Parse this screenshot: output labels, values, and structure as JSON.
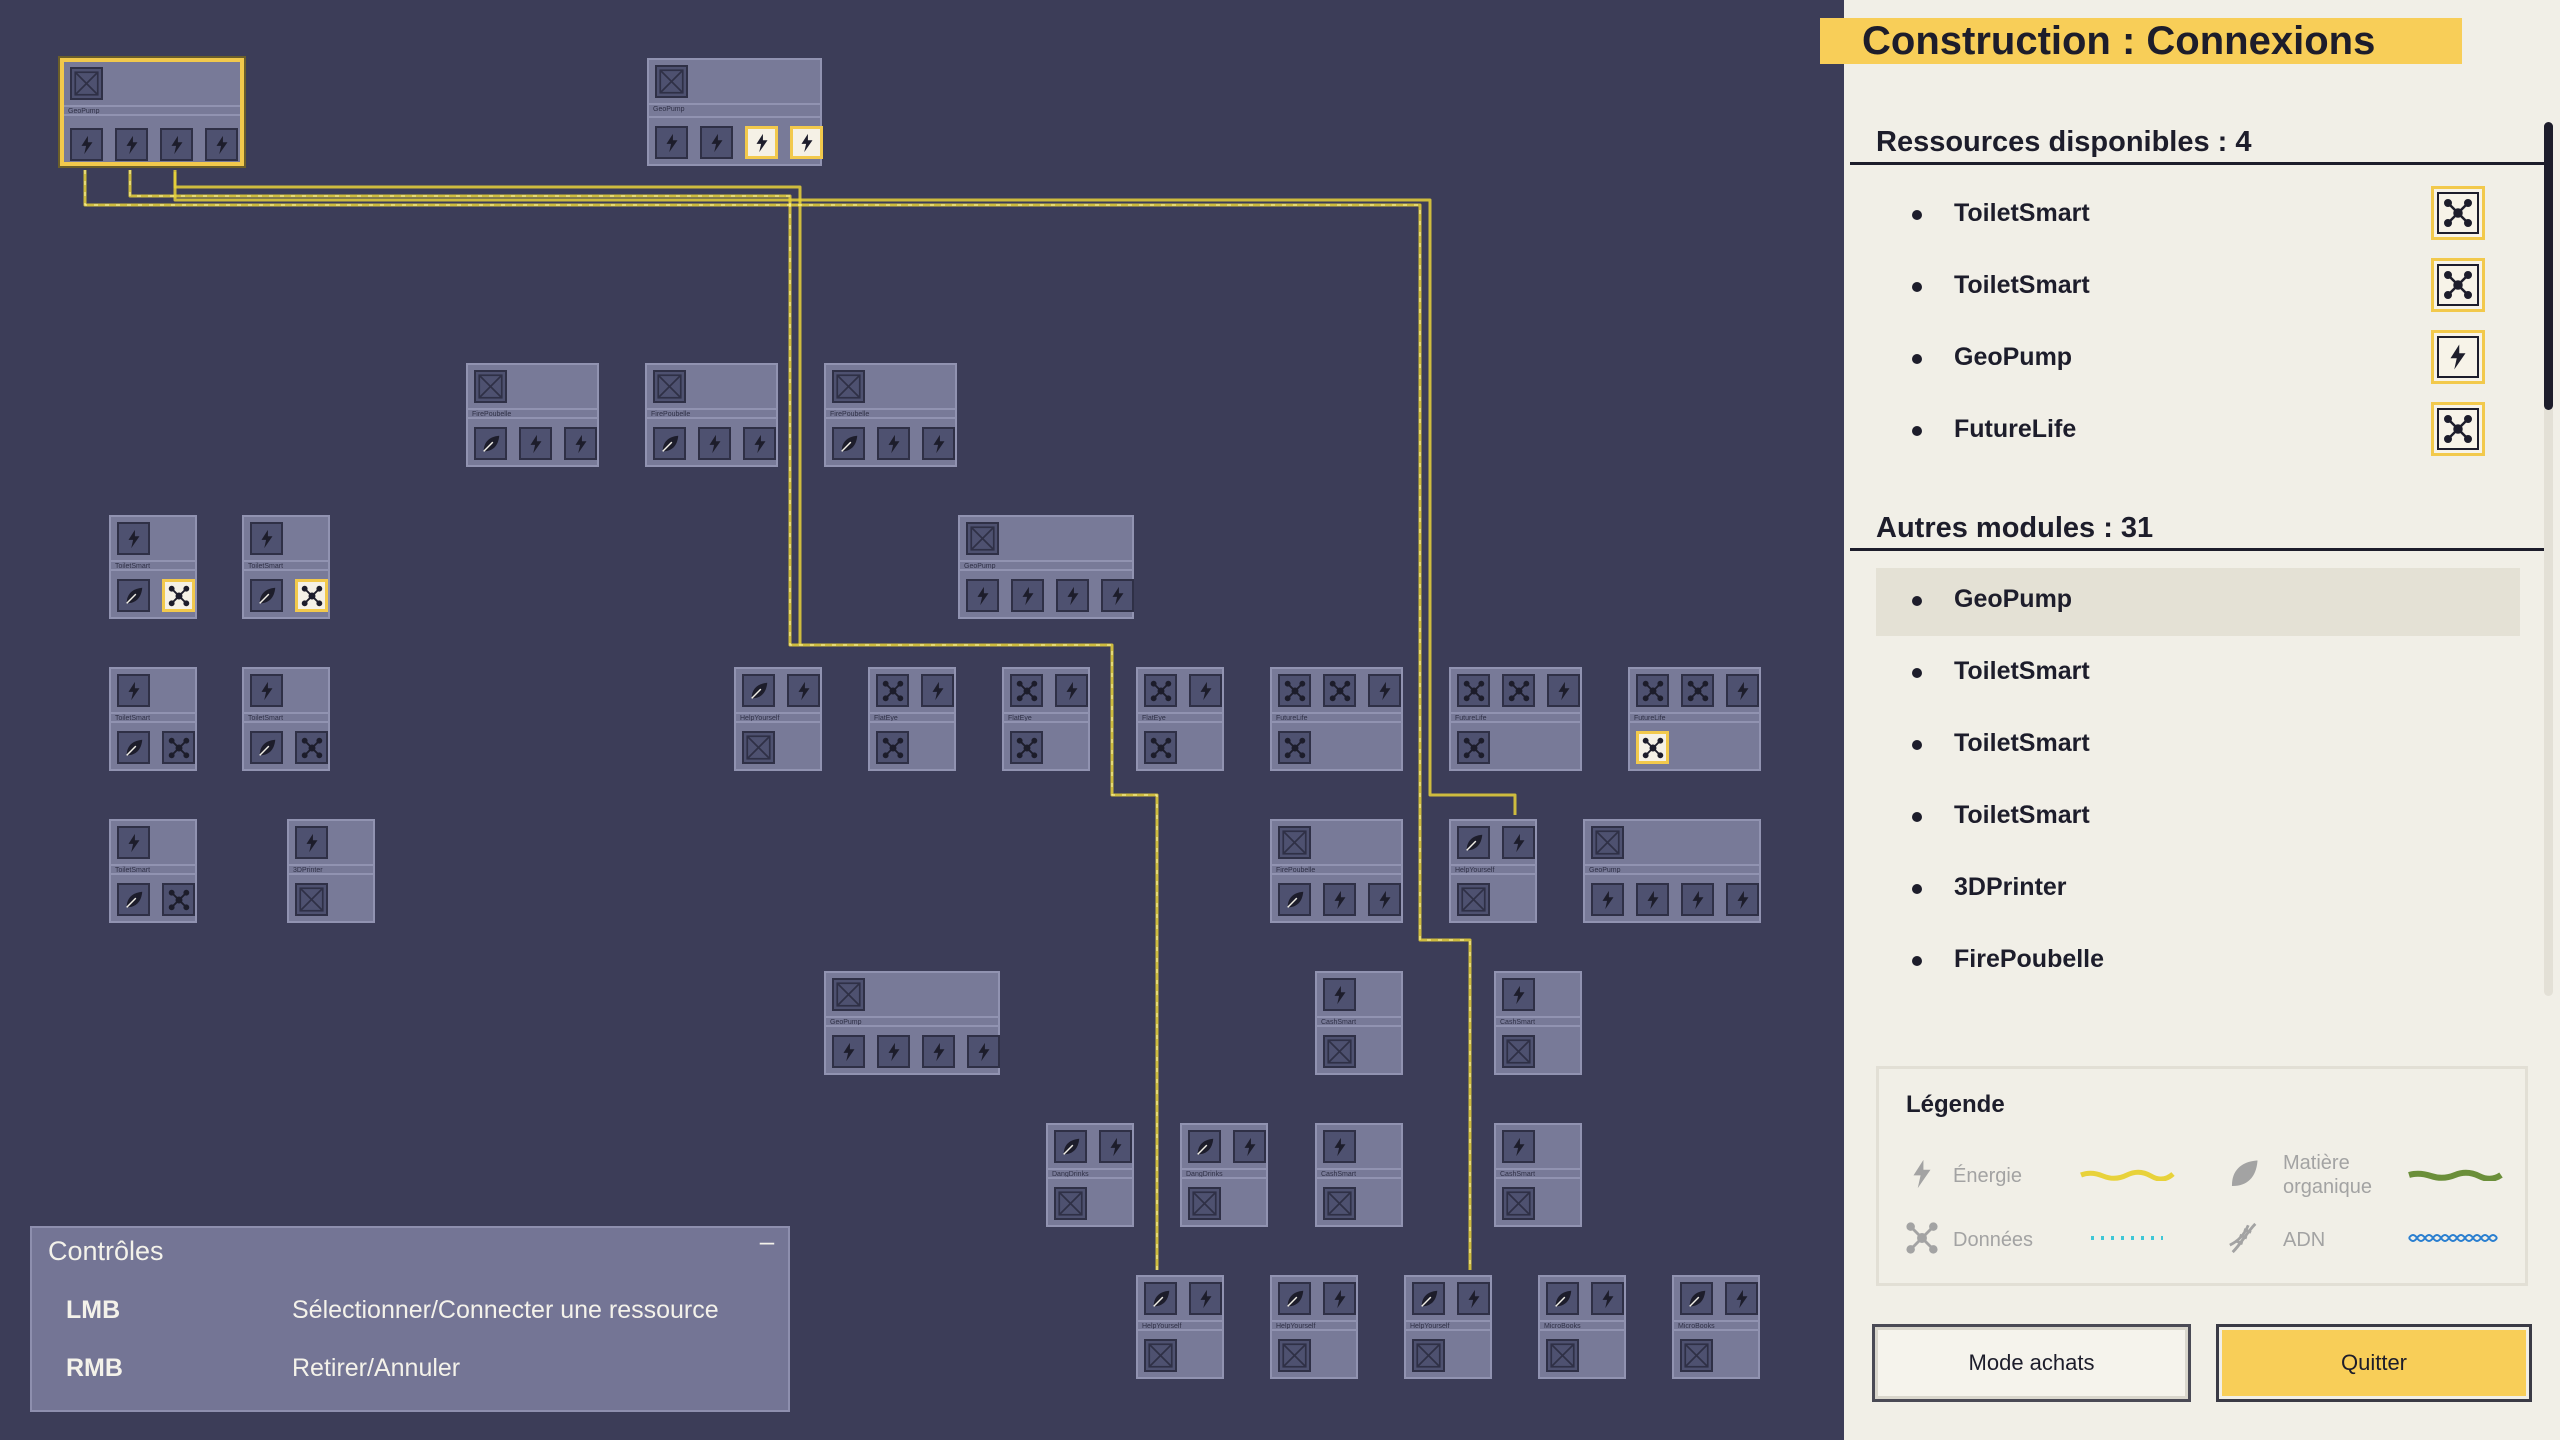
{
  "panel": {
    "title": "Construction : Connexions",
    "resources_heading": "Ressources disponibles : 4",
    "resources": [
      {
        "label": "ToiletSmart",
        "icon": "data-icon"
      },
      {
        "label": "ToiletSmart",
        "icon": "data-icon"
      },
      {
        "label": "GeoPump",
        "icon": "energy-icon"
      },
      {
        "label": "FutureLife",
        "icon": "data-icon"
      }
    ],
    "modules_heading": "Autres modules : 31",
    "modules": [
      {
        "label": "GeoPump"
      },
      {
        "label": "ToiletSmart"
      },
      {
        "label": "ToiletSmart"
      },
      {
        "label": "ToiletSmart"
      },
      {
        "label": "3DPrinter"
      },
      {
        "label": "FirePoubelle"
      }
    ],
    "legend": {
      "title": "Légende",
      "energy": "Énergie",
      "organic": "Matière organique",
      "data": "Données",
      "dna": "ADN"
    },
    "buttons": {
      "shop": "Mode achats",
      "quit": "Quitter"
    }
  },
  "controls": {
    "title": "Contrôles",
    "minimize": "–",
    "rows": [
      {
        "key": "LMB",
        "action": "Sélectionner/Connecter une ressource"
      },
      {
        "key": "RMB",
        "action": "Retirer/Annuler"
      }
    ]
  },
  "colors": {
    "canvas_bg": "#3c3d58",
    "module_bg": "#787a98",
    "accent": "#f8ce58",
    "energy_wire": "#e8d23a",
    "organic_wire": "#6b8f3a",
    "data_wire": "#3fc7d6",
    "dna_wire": "#2a7fd0",
    "panel_bg": "#f1efe7"
  },
  "modules": [
    {
      "name": "GeoPump",
      "top": "empty",
      "bottom": [
        "energy",
        "energy",
        "energy",
        "energy"
      ],
      "selected": true
    },
    {
      "name": "GeoPump",
      "top": "empty",
      "bottom": [
        "energy",
        "energy",
        "energy*",
        "energy*"
      ]
    },
    {
      "name": "FirePoubelle",
      "top": "empty",
      "bottom": [
        "organic",
        "energy",
        "energy"
      ]
    },
    {
      "name": "FirePoubelle",
      "top": "empty",
      "bottom": [
        "organic",
        "energy",
        "energy"
      ]
    },
    {
      "name": "FirePoubelle",
      "top": "empty",
      "bottom": [
        "organic",
        "energy",
        "energy"
      ]
    },
    {
      "name": "ToiletSmart",
      "top": "energy",
      "bottom": [
        "organic",
        "data*"
      ]
    },
    {
      "name": "ToiletSmart",
      "top": "energy",
      "bottom": [
        "organic",
        "data*"
      ]
    },
    {
      "name": "GeoPump",
      "top": "empty",
      "bottom": [
        "energy",
        "energy",
        "energy",
        "energy"
      ]
    },
    {
      "name": "ToiletSmart",
      "top": "energy",
      "bottom": [
        "organic",
        "data"
      ]
    },
    {
      "name": "ToiletSmart",
      "top": "energy",
      "bottom": [
        "organic",
        "data"
      ]
    },
    {
      "name": "HelpYourself",
      "top": [
        "organic",
        "energy"
      ],
      "bottom": "empty"
    },
    {
      "name": "FlatEye",
      "top": [
        "data",
        "energy"
      ],
      "bottom": "data"
    },
    {
      "name": "FlatEye",
      "top": [
        "data",
        "energy"
      ],
      "bottom": "data"
    },
    {
      "name": "FlatEye",
      "top": [
        "data",
        "energy"
      ],
      "bottom": "data"
    },
    {
      "name": "FutureLife",
      "top": [
        "data",
        "data",
        "energy"
      ],
      "bottom": "data"
    },
    {
      "name": "FutureLife",
      "top": [
        "data",
        "data",
        "energy"
      ],
      "bottom": "data"
    },
    {
      "name": "FutureLife",
      "top": [
        "data",
        "data",
        "energy"
      ],
      "bottom": "data*"
    },
    {
      "name": "ToiletSmart",
      "top": "energy",
      "bottom": [
        "organic",
        "data"
      ]
    },
    {
      "name": "3DPrinter",
      "top": "energy",
      "bottom": "empty"
    },
    {
      "name": "FirePoubelle",
      "top": "empty",
      "bottom": [
        "organic",
        "energy",
        "energy"
      ]
    },
    {
      "name": "HelpYourself",
      "top": [
        "organic",
        "energy"
      ],
      "bottom": "empty"
    },
    {
      "name": "GeoPump",
      "top": "empty",
      "bottom": [
        "energy",
        "energy",
        "energy",
        "energy"
      ]
    },
    {
      "name": "GeoPump",
      "top": "empty",
      "bottom": [
        "energy",
        "energy",
        "energy",
        "energy"
      ]
    },
    {
      "name": "CashSmart",
      "top": "energy",
      "bottom": "empty"
    },
    {
      "name": "CashSmart",
      "top": "energy",
      "bottom": "empty"
    },
    {
      "name": "DangDrinks",
      "top": [
        "organic",
        "energy"
      ],
      "bottom": "empty"
    },
    {
      "name": "DangDrinks",
      "top": [
        "organic",
        "energy"
      ],
      "bottom": "empty"
    },
    {
      "name": "CashSmart",
      "top": "energy",
      "bottom": "empty"
    },
    {
      "name": "CashSmart",
      "top": "energy",
      "bottom": "empty"
    },
    {
      "name": "HelpYourself",
      "top": [
        "organic",
        "energy"
      ],
      "bottom": "empty"
    },
    {
      "name": "HelpYourself",
      "top": [
        "organic",
        "energy"
      ],
      "bottom": "empty"
    },
    {
      "name": "HelpYourself",
      "top": [
        "organic",
        "energy"
      ],
      "bottom": "empty"
    },
    {
      "name": "MicroBooks",
      "top": [
        "organic",
        "energy"
      ],
      "bottom": "empty"
    },
    {
      "name": "MicroBooks",
      "top": [
        "organic",
        "energy"
      ],
      "bottom": "empty"
    }
  ]
}
